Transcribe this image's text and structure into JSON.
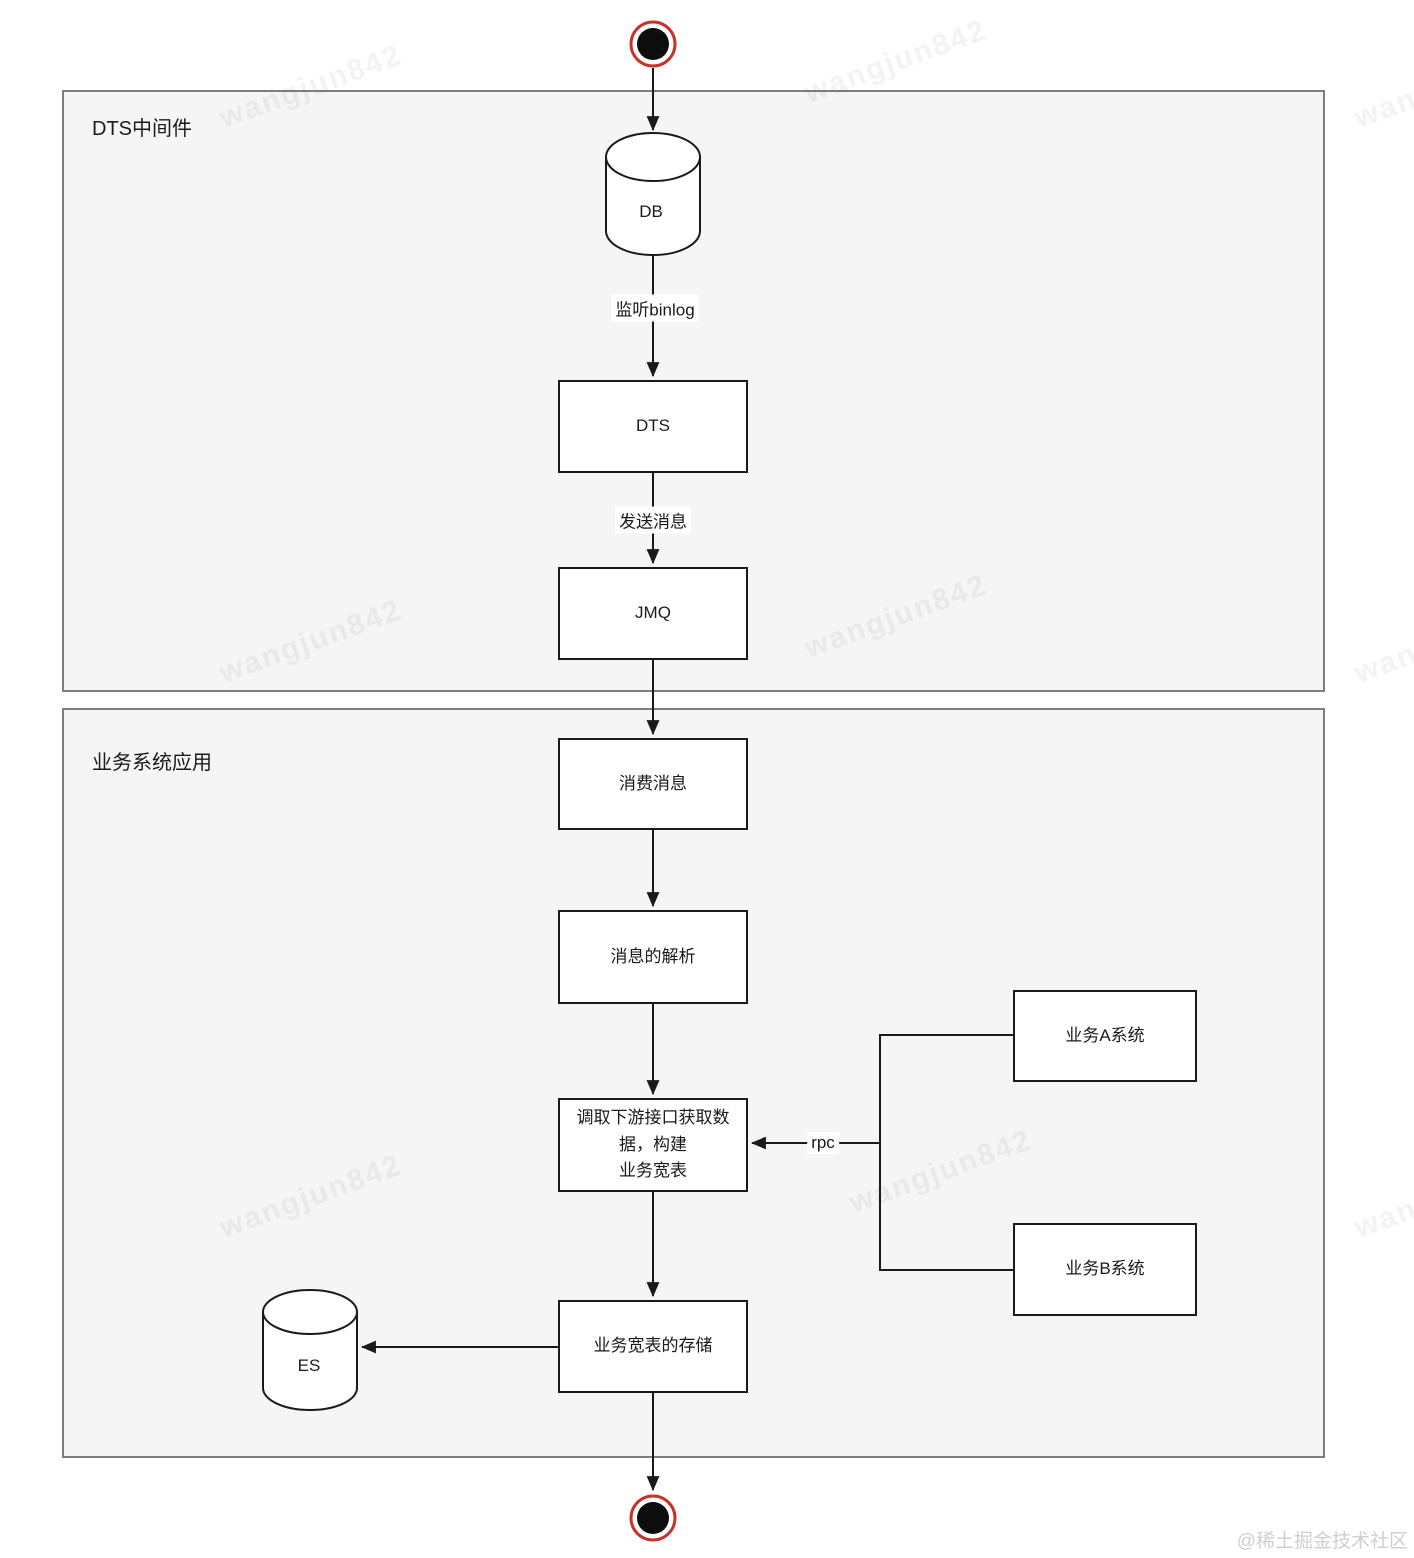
{
  "diagram": {
    "watermark": "wangjun842",
    "credit": "@稀土掘金技术社区",
    "containers": {
      "dts_middleware": {
        "label": "DTS中间件"
      },
      "business_app": {
        "label": "业务系统应用"
      }
    },
    "nodes": {
      "db": "DB",
      "dts": "DTS",
      "jmq": "JMQ",
      "consume": "消费消息",
      "parse": "消息的解析",
      "fetch_lines": [
        "调取下游接口获取数",
        "据，构建",
        "业务宽表"
      ],
      "store": "业务宽表的存储",
      "es": "ES",
      "sys_a": "业务A系统",
      "sys_b": "业务B系统"
    },
    "edge_labels": {
      "binlog": "监听binlog",
      "send": "发送消息",
      "rpc": "rpc"
    },
    "colors": {
      "node_border": "#1a1a1a",
      "container_fill": "#f5f5f5",
      "container_border": "#7d7d7d",
      "terminal_core": "#0d0d0d",
      "terminal_ring": "#c93026",
      "arrow": "#1a1a1a",
      "credit_text": "#cfcfcf"
    }
  }
}
